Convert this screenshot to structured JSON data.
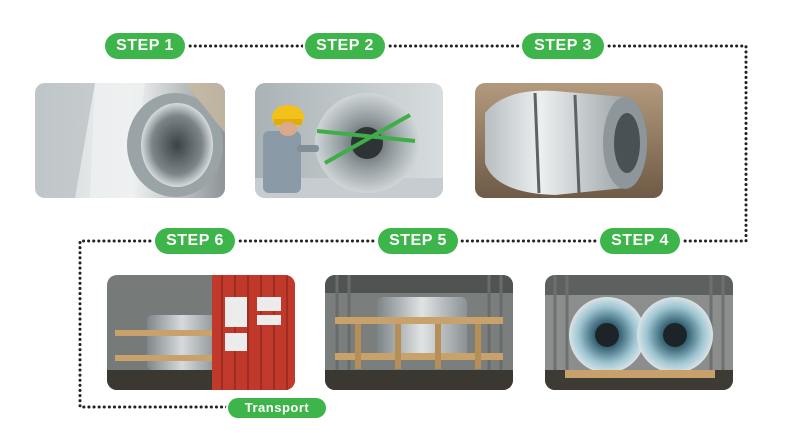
{
  "steps": [
    {
      "label": "STEP 1",
      "image": "galvanized-coil-closeup-photo"
    },
    {
      "label": "STEP 2",
      "image": "worker-inspecting-coil-photo"
    },
    {
      "label": "STEP 3",
      "image": "wrapped-coil-warehouse-photo"
    },
    {
      "label": "STEP 4",
      "image": "coils-in-container-photo"
    },
    {
      "label": "STEP 5",
      "image": "coil-on-wooden-cradle-photo"
    },
    {
      "label": "STEP 6",
      "image": "container-door-loading-photo"
    }
  ],
  "final": {
    "label": "Transport"
  },
  "colors": {
    "pill": "#3db54a",
    "dots": "#222222"
  }
}
